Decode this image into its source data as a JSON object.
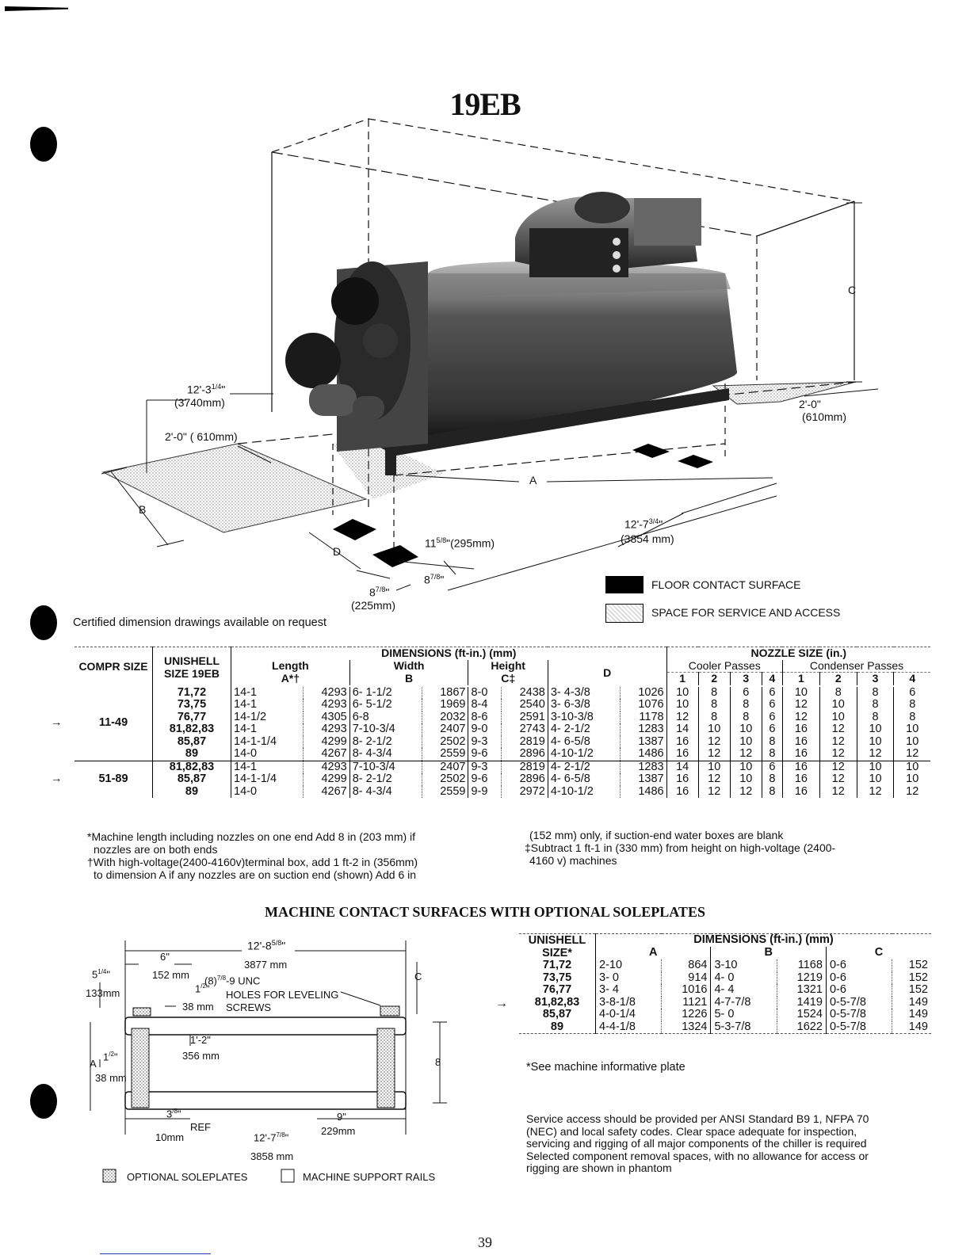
{
  "title": "19EB",
  "figure_labels": {
    "dim_12_3": "12'-3",
    "frac_1_4": "1",
    "frac_4": "4",
    "dim_3740": "(3740mm)",
    "dim_2_0_left": "2'-0\" ( 610mm)",
    "label_B": "B",
    "label_C": "C",
    "label_A": "A",
    "label_D": "D",
    "dim_2_0_right": "2'-0\"",
    "dim_610_right": "(610mm)",
    "dim_12_7": "12'-7",
    "frac_3_4": "3",
    "dim_3854": "(3854 mm)",
    "dim_11": "11",
    "frac_5_8": "5",
    "frac_8": "8",
    "dim_295": "(295mm)",
    "dim_8_7_8_a": "8",
    "dim_8_7_8_b": "8",
    "frac_7": "7",
    "dim_225": "(225mm)"
  },
  "legend": {
    "floor_contact": "FLOOR CONTACT SURFACE",
    "service_space": "SPACE FOR SERVICE AND ACCESS"
  },
  "certified_note": "Certified dimension drawings available on request",
  "table1": {
    "headers": {
      "compr_size": "COMPR SIZE",
      "unishell": "UNISHELL SIZE 19EB",
      "dimensions": "DIMENSIONS (ft-in.) (mm)",
      "length": "Length",
      "length_sub": "A*†",
      "width": "Width",
      "width_sub": "B",
      "height": "Height",
      "height_sub": "C‡",
      "d": "D",
      "nozzle": "NOZZLE SIZE (in.)",
      "cooler": "Cooler Passes",
      "condenser": "Condenser Passes",
      "p1": "1",
      "p2": "2",
      "p3": "3",
      "p4": "4"
    },
    "arrow": "→",
    "groups": [
      {
        "compr": "11-49",
        "rows": [
          [
            "71,72",
            "14-1",
            "4293",
            "6- 1-1/2",
            "1867",
            "8-0",
            "2438",
            "3- 4-3/8",
            "1026",
            "10",
            "8",
            "6",
            "6",
            "10",
            "8",
            "8",
            "6"
          ],
          [
            "73,75",
            "14-1",
            "4293",
            "6- 5-1/2",
            "1969",
            "8-4",
            "2540",
            "3- 6-3/8",
            "1076",
            "10",
            "8",
            "8",
            "6",
            "12",
            "10",
            "8",
            "8"
          ],
          [
            "76,77",
            "14-1/2",
            "4305",
            "6-8",
            "2032",
            "8-6",
            "2591",
            "3-10-3/8",
            "1178",
            "12",
            "8",
            "8",
            "6",
            "12",
            "10",
            "8",
            "8"
          ],
          [
            "81,82,83",
            "14-1",
            "4293",
            "7-10-3/4",
            "2407",
            "9-0",
            "2743",
            "4- 2-1/2",
            "1283",
            "14",
            "10",
            "10",
            "6",
            "16",
            "12",
            "10",
            "10"
          ],
          [
            "85,87",
            "14-1-1/4",
            "4299",
            "8- 2-1/2",
            "2502",
            "9-3",
            "2819",
            "4- 6-5/8",
            "1387",
            "16",
            "12",
            "10",
            "8",
            "16",
            "12",
            "10",
            "10"
          ],
          [
            "89",
            "14-0",
            "4267",
            "8- 4-3/4",
            "2559",
            "9-6",
            "2896",
            "4-10-1/2",
            "1486",
            "16",
            "12",
            "12",
            "8",
            "16",
            "12",
            "12",
            "12"
          ]
        ]
      },
      {
        "compr": "51-89",
        "rows": [
          [
            "81,82,83",
            "14-1",
            "4293",
            "7-10-3/4",
            "2407",
            "9-3",
            "2819",
            "4- 2-1/2",
            "1283",
            "14",
            "10",
            "10",
            "6",
            "16",
            "12",
            "10",
            "10"
          ],
          [
            "85,87",
            "14-1-1/4",
            "4299",
            "8- 2-1/2",
            "2502",
            "9-6",
            "2896",
            "4- 6-5/8",
            "1387",
            "16",
            "12",
            "10",
            "8",
            "16",
            "12",
            "10",
            "10"
          ],
          [
            "89",
            "14-0",
            "4267",
            "8- 4-3/4",
            "2559",
            "9-9",
            "2972",
            "4-10-1/2",
            "1486",
            "16",
            "12",
            "12",
            "8",
            "16",
            "12",
            "12",
            "12"
          ]
        ]
      }
    ]
  },
  "footnotes": {
    "left1": "*Machine length including nozzles on one end  Add 8 in  (203 mm) if",
    "left2": "nozzles are on both ends",
    "left3": "†With high-voltage(2400-4160v)terminal box, add 1 ft-2 in  (356mm)",
    "left4": "to dimension A  if any nozzles are on suction end (shown)  Add 6 in",
    "right1": "(152 mm) only, if suction-end water boxes are blank",
    "right2": "‡Subtract  1  ft-1  in   (330  mm)  from  height  on  high-voltage  (2400-",
    "right3": "4160 v)  machines"
  },
  "section_title": "MACHINE CONTACT SURFACES WITH OPTIONAL SOLEPLATES",
  "soleplate_labels": {
    "top_dim": "12'-8",
    "frac_5_8": "5",
    "frac_8": "8",
    "top_mm": "3877 mm",
    "six_in": "6\"",
    "mm_152": "152 mm",
    "five_quarter": "5",
    "mm_133": "133mm",
    "holes1": "(8)",
    "holes_unc": "-9 UNC",
    "holes2": "HOLES FOR LEVELING",
    "holes3": "SCREWS",
    "half_in": "1",
    "mm_38_top": "38 mm",
    "one_two": "1'-2\"",
    "mm_356": "356 mm",
    "label_A": "A",
    "label_C": "C",
    "label_8": "8",
    "one_half": "1",
    "mm_38": "38 mm",
    "three_eighths": "3",
    "ref": "REF",
    "mm_10": "10mm",
    "bot_dim": "12'-7",
    "frac_7_8": "7",
    "mm_3858": "3858 mm",
    "nine_in": "9\"",
    "mm_229": "229mm",
    "legend_optional": "OPTIONAL  SOLEPLATES",
    "legend_rails": "MACHINE  SUPPORT  RAILS"
  },
  "table2": {
    "headers": {
      "unishell": "UNISHELL SIZE*",
      "dimensions": "DIMENSIONS (ft-in.) (mm)",
      "a": "A",
      "b": "B",
      "c": "C"
    },
    "rows": [
      [
        "71,72",
        "2-10",
        "864",
        "3-10",
        "1168",
        "0-6",
        "152"
      ],
      [
        "73,75",
        "3- 0",
        "914",
        "4- 0",
        "1219",
        "0-6",
        "152"
      ],
      [
        "76,77",
        "3- 4",
        "1016",
        "4- 4",
        "1321",
        "0-6",
        "152"
      ],
      [
        "81,82,83",
        "3-8-1/8",
        "1121",
        "4-7-7/8",
        "1419",
        "0-5-7/8",
        "149"
      ],
      [
        "85,87",
        "4-0-1/4",
        "1226",
        "5- 0",
        "1524",
        "0-5-7/8",
        "149"
      ],
      [
        "89",
        "4-4-1/8",
        "1324",
        "5-3-7/8",
        "1622",
        "0-5-7/8",
        "149"
      ]
    ],
    "note": "*See machine informative plate"
  },
  "service_note": [
    "Service access should be provided per ANSI Standard B9 1, NFPA 70",
    "(NEC) and local safety codes. Clear space adequate for inspection,",
    "servicing and rigging of all major components of the chiller is required",
    "Selected component removal spaces, with no allowance for access or",
    "rigging are shown in phantom"
  ],
  "page_number": "39"
}
